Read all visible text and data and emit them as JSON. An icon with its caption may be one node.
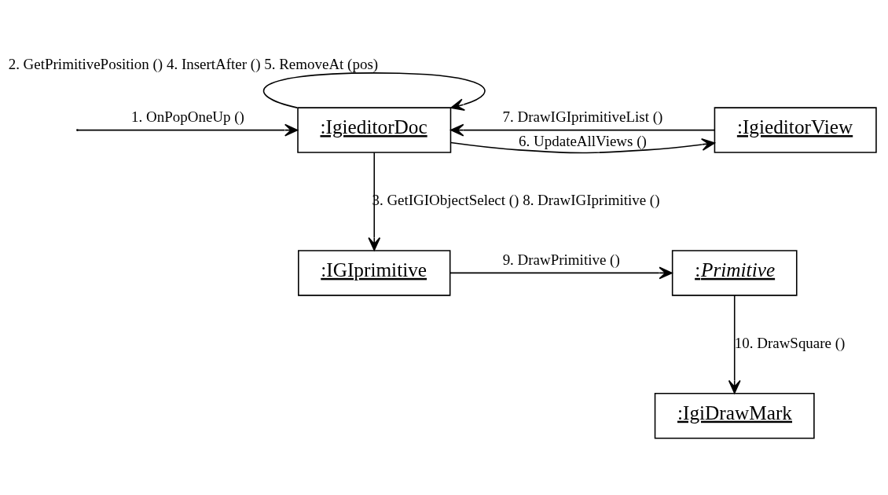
{
  "diagram": {
    "nodes": [
      {
        "text": [
          ":IgieditorDoc"
        ]
      },
      {
        "text": [
          ":IgieditorView"
        ]
      },
      {
        "text": [
          ":IGIprimitive"
        ]
      },
      {
        "text": [
          ":*Primitive*"
        ]
      },
      {
        "text": [
          ":IgiDrawMark"
        ]
      }
    ],
    "edges": [
      {
        "from": null,
        "to": 0,
        "arrow": "to",
        "label": "1. OnPopOneUp ()"
      },
      {
        "from": 0,
        "to": 0,
        "arrow": "to",
        "label": "2. GetPrimitivePosition () 4. InsertAfter () 5. RemoveAt (pos)"
      },
      {
        "from": 0,
        "to": 1,
        "arrow": "to",
        "label": "6. UpdateAllViews ()"
      },
      {
        "from": 1,
        "to": 0,
        "arrow": "to",
        "label": "7. DrawIGIprimitiveList ()"
      },
      {
        "from": 0,
        "to": 2,
        "arrow": "to",
        "label": "3. GetIGIObjectSelect () 8. DrawIGIprimitive ()"
      },
      {
        "from": 2,
        "to": 3,
        "arrow": "to",
        "label": "9. DrawPrimitive ()"
      },
      {
        "from": 3,
        "to": 4,
        "arrow": "to",
        "label": "10. DrawSquare ()"
      }
    ]
  }
}
